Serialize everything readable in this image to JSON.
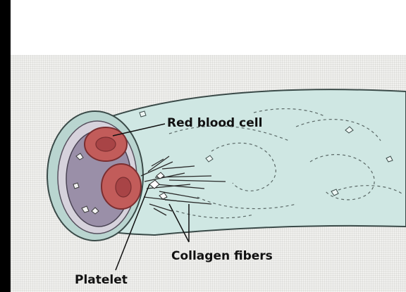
{
  "labels": {
    "red_blood_cell": "Red blood cell",
    "collagen_fibers": "Collagen fibers",
    "platelet": "Platelet"
  },
  "colors": {
    "vessel_fill": "#cfe7e3",
    "vessel_outline": "#3a4a48",
    "lumen": "#9a8fa8",
    "red_cell": "#c25c5a",
    "red_cell_dark": "#8e3a3c",
    "background": "#f1f1ef"
  }
}
